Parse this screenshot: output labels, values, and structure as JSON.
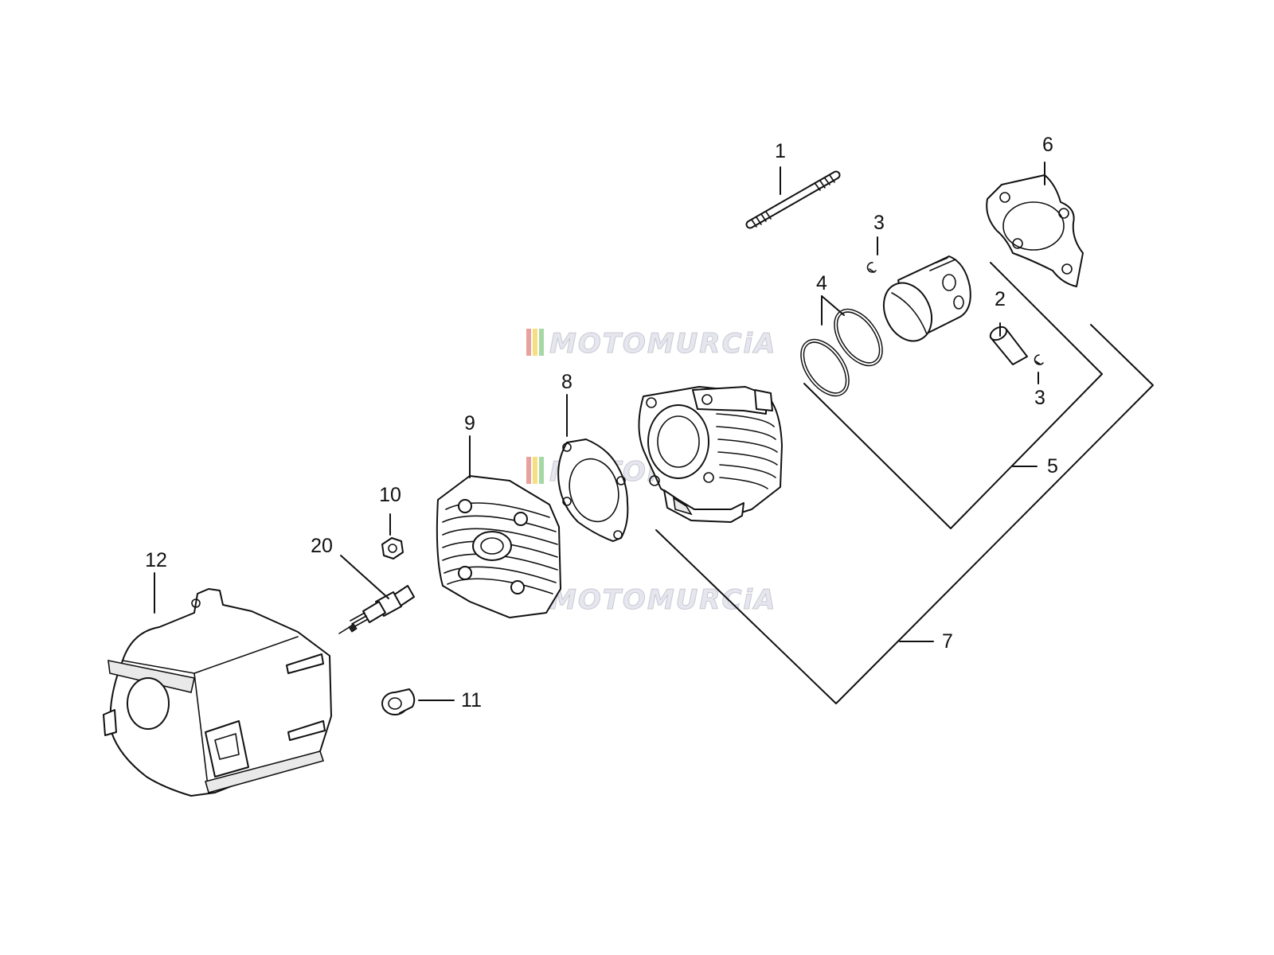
{
  "callouts": {
    "c1": "1",
    "c2": "2",
    "c3a": "3",
    "c3b": "3",
    "c4": "4",
    "c5": "5",
    "c6": "6",
    "c7": "7",
    "c8": "8",
    "c9": "9",
    "c10": "10",
    "c11": "11",
    "c12": "12",
    "c20": "20"
  },
  "watermark": {
    "text": "MOTOMURCiA",
    "stripe_colors": [
      "#d9534f",
      "#f0c419",
      "#5cb85c"
    ]
  },
  "parts": [
    "stud-bolt",
    "piston-pin",
    "circlip",
    "piston-ring",
    "piston-kit",
    "cylinder-base-gasket",
    "cylinder-kit",
    "head-gasket",
    "cylinder-head",
    "nut",
    "plug",
    "cooling-shroud",
    "spark-plug"
  ]
}
